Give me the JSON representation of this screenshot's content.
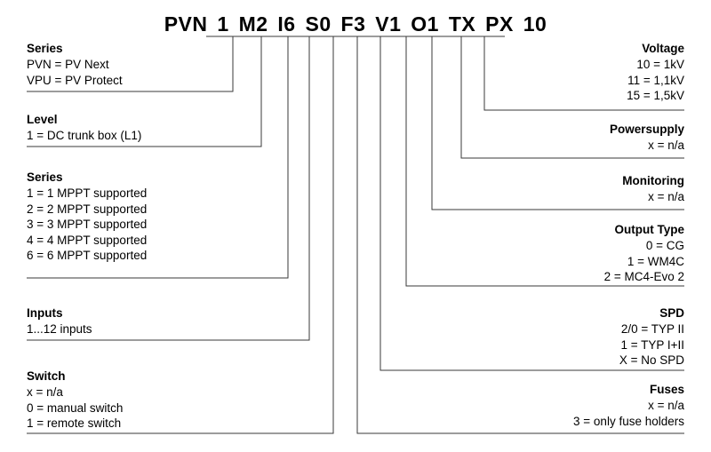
{
  "diagram": {
    "title": "PVN 1 M2 I6 S0 F3 V1 O1 TX PX 10",
    "line_color": "#3a3a3a",
    "text_color": "#000000",
    "background": "#ffffff",
    "code_segments": [
      {
        "key": "series-pvn",
        "text": "PVN"
      },
      {
        "key": "level",
        "text": "1"
      },
      {
        "key": "series-mppt",
        "text": "M2"
      },
      {
        "key": "inputs",
        "text": "I6"
      },
      {
        "key": "switch",
        "text": "S0"
      },
      {
        "key": "fuses",
        "text": "F3"
      },
      {
        "key": "voltage",
        "text": "V1"
      },
      {
        "key": "output-type",
        "text": "O1"
      },
      {
        "key": "monitoring",
        "text": "TX"
      },
      {
        "key": "powersupply",
        "text": "PX"
      },
      {
        "key": "spd",
        "text": "10"
      }
    ],
    "left_blocks": [
      {
        "key": "series-product",
        "title": "Series",
        "lines": [
          "PVN = PV Next",
          "VPU = PV Protect"
        ]
      },
      {
        "key": "level",
        "title": "Level",
        "lines": [
          "1 = DC trunk box (L1)"
        ]
      },
      {
        "key": "series-mppt",
        "title": "Series",
        "lines": [
          "1 = 1 MPPT supported",
          "2 = 2 MPPT supported",
          "3 = 3 MPPT supported",
          "4 = 4 MPPT supported",
          "6 = 6 MPPT supported"
        ]
      },
      {
        "key": "inputs",
        "title": "Inputs",
        "lines": [
          "1...12 inputs"
        ]
      },
      {
        "key": "switch",
        "title": "Switch",
        "lines": [
          "x = n/a",
          "0 = manual switch",
          "1 = remote switch"
        ]
      }
    ],
    "right_blocks": [
      {
        "key": "voltage",
        "title": "Voltage",
        "lines": [
          "10 = 1kV",
          "11 = 1,1kV",
          "15 = 1,5kV"
        ]
      },
      {
        "key": "powersupply",
        "title": "Powersupply",
        "lines": [
          "x = n/a"
        ]
      },
      {
        "key": "monitoring",
        "title": "Monitoring",
        "lines": [
          "x = n/a"
        ]
      },
      {
        "key": "output-type",
        "title": "Output Type",
        "lines": [
          "0 = CG",
          "1 = WM4C",
          "2 = MC4-Evo 2"
        ]
      },
      {
        "key": "spd",
        "title": "SPD",
        "lines": [
          "2/0 = TYP II",
          "1 = TYP I+II",
          "X = No SPD"
        ]
      },
      {
        "key": "fuses",
        "title": "Fuses",
        "lines": [
          "x = n/a",
          "3 = only fuse holders"
        ]
      }
    ]
  }
}
